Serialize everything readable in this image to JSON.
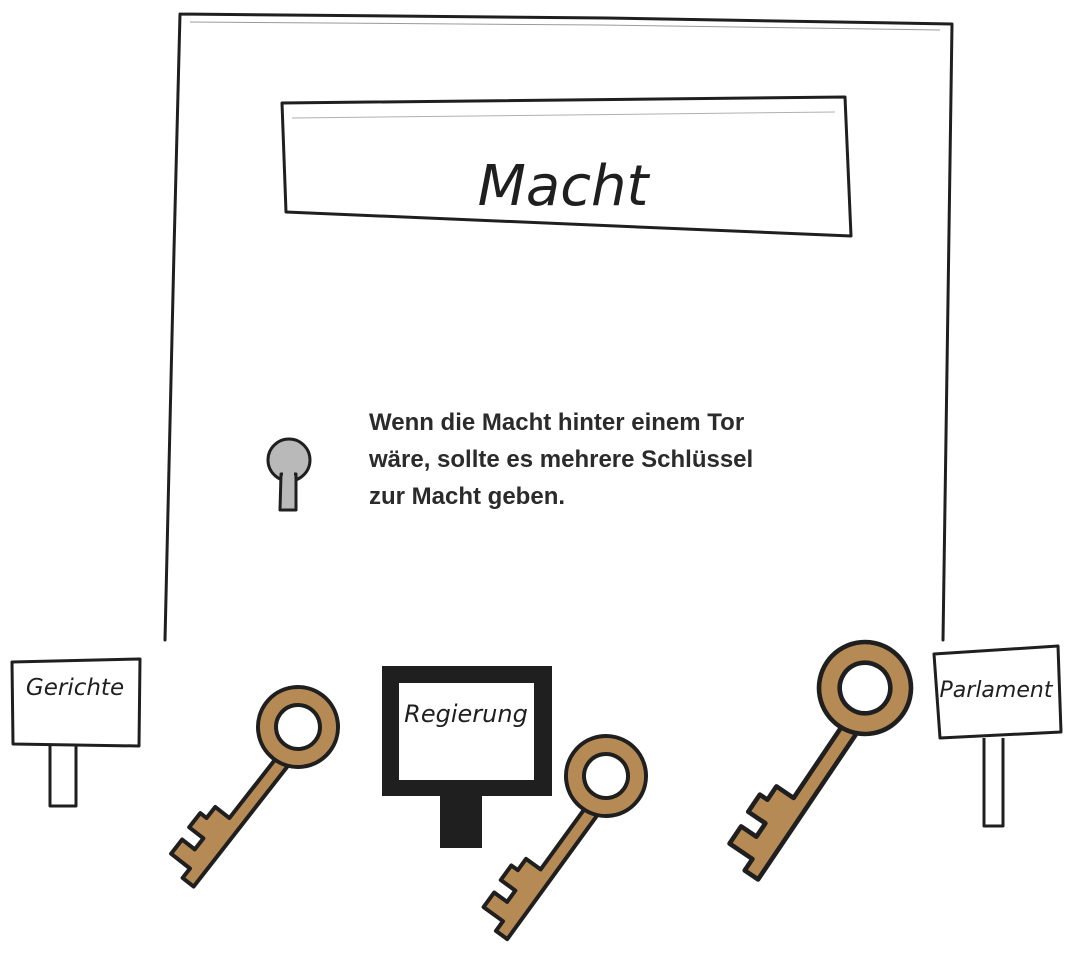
{
  "gate": {
    "label": "Macht"
  },
  "caption": {
    "line1": "Wenn die Macht hinter einem Tor",
    "line2": "wäre, sollte es mehrere Schlüssel",
    "line3": "zur Macht geben."
  },
  "signs": {
    "left": "Gerichte",
    "center": "Regierung",
    "right": "Parlament"
  },
  "colors": {
    "ink": "#1f1f1f",
    "key_fill": "#b58a55",
    "keyhole_fill": "#b9b9b9",
    "background": "#ffffff"
  },
  "icons": {
    "keyhole": "keyhole-icon",
    "key": "key-icon"
  }
}
